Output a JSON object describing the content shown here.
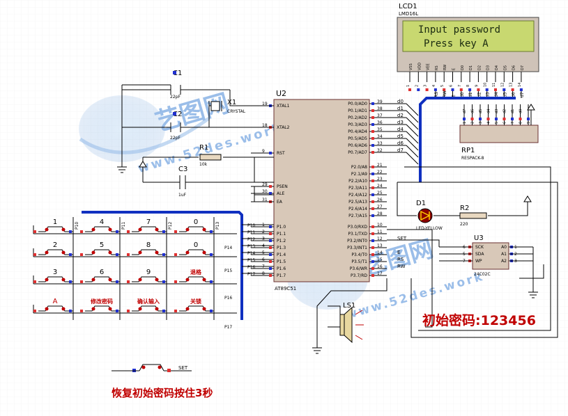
{
  "lcd": {
    "ref": "LCD1",
    "model": "LMD16L",
    "line1": "Input password",
    "line2": "Press key A",
    "pins": [
      "VSS",
      "VDD",
      "VEE",
      "RS",
      "RW",
      "E",
      "D0",
      "D1",
      "D2",
      "D3",
      "D4",
      "D5",
      "D6",
      "D7"
    ],
    "pin_numbers": [
      "1",
      "2",
      "3",
      "4",
      "5",
      "6",
      "7",
      "8",
      "9",
      "10",
      "11",
      "12",
      "13",
      "14"
    ],
    "bus_labels": [
      "RS",
      "RW",
      "E",
      "d0",
      "d1",
      "d2",
      "d3",
      "d4",
      "d5",
      "d6",
      "d7"
    ]
  },
  "mcu": {
    "ref": "U2",
    "name": "AT89C51",
    "left_pins": [
      {
        "num": "19",
        "label": "XTAL1"
      },
      {
        "num": "18",
        "label": "XTAL2"
      },
      {
        "num": "9",
        "label": "RST"
      },
      {
        "num": "29",
        "label": "PSEN"
      },
      {
        "num": "30",
        "label": "ALE"
      },
      {
        "num": "31",
        "label": "EA"
      },
      {
        "num": "1",
        "label": "P1.0"
      },
      {
        "num": "2",
        "label": "P1.1"
      },
      {
        "num": "3",
        "label": "P1.2"
      },
      {
        "num": "4",
        "label": "P1.3"
      },
      {
        "num": "5",
        "label": "P1.4"
      },
      {
        "num": "6",
        "label": "P1.5"
      },
      {
        "num": "7",
        "label": "P1.6"
      },
      {
        "num": "8",
        "label": "P1.7"
      }
    ],
    "right_pins": [
      {
        "num": "39",
        "label": "P0.0/AD0",
        "net": "d0"
      },
      {
        "num": "38",
        "label": "P0.1/AD1",
        "net": "d1"
      },
      {
        "num": "37",
        "label": "P0.2/AD2",
        "net": "d2"
      },
      {
        "num": "36",
        "label": "P0.3/AD3",
        "net": "d3"
      },
      {
        "num": "35",
        "label": "P0.4/AD4",
        "net": "d4"
      },
      {
        "num": "34",
        "label": "P0.5/AD5",
        "net": "d5"
      },
      {
        "num": "33",
        "label": "P0.6/AD6",
        "net": "d6"
      },
      {
        "num": "32",
        "label": "P0.7/AD7",
        "net": "d7"
      },
      {
        "num": "21",
        "label": "P2.0/A8",
        "net": ""
      },
      {
        "num": "22",
        "label": "P2.1/A9",
        "net": ""
      },
      {
        "num": "23",
        "label": "P2.2/A10",
        "net": ""
      },
      {
        "num": "24",
        "label": "P2.3/A11",
        "net": ""
      },
      {
        "num": "25",
        "label": "P2.4/A12",
        "net": ""
      },
      {
        "num": "26",
        "label": "P2.5/A13",
        "net": ""
      },
      {
        "num": "27",
        "label": "P2.6/A14",
        "net": ""
      },
      {
        "num": "28",
        "label": "P2.7/A15",
        "net": ""
      },
      {
        "num": "10",
        "label": "P3.0/RXD",
        "net": ""
      },
      {
        "num": "11",
        "label": "P3.1/TXD",
        "net": ""
      },
      {
        "num": "12",
        "label": "P3.2/INT0",
        "net": "SET"
      },
      {
        "num": "13",
        "label": "P3.3/INT1",
        "net": ""
      },
      {
        "num": "14",
        "label": "P3.4/T0",
        "net": "E"
      },
      {
        "num": "15",
        "label": "P3.5/T1",
        "net": "RS"
      },
      {
        "num": "16",
        "label": "P3.6/WR",
        "net": "RW"
      },
      {
        "num": "17",
        "label": "P3.7/RD",
        "net": ""
      }
    ],
    "p1_nets": [
      "P10",
      "P11",
      "P12",
      "P13",
      "P14",
      "P15",
      "P16",
      "P17"
    ]
  },
  "components": {
    "c1": {
      "ref": "C1",
      "value": "22pF"
    },
    "c2": {
      "ref": "C2",
      "value": "22pF"
    },
    "c3": {
      "ref": "C3",
      "value": "1uF"
    },
    "x1": {
      "ref": "X1",
      "value": "CRYSTAL"
    },
    "r1": {
      "ref": "R1",
      "value": "10k"
    },
    "r2": {
      "ref": "R2",
      "value": "220"
    },
    "d1": {
      "ref": "D1",
      "value": "LED-YELLOW"
    },
    "rp1": {
      "ref": "RP1",
      "value": "RESPACK-8",
      "pins": [
        "1",
        "2",
        "3",
        "4",
        "5",
        "6",
        "7",
        "8",
        "9"
      ]
    },
    "u3": {
      "ref": "U3",
      "value": "24C02C",
      "left": [
        {
          "num": "6",
          "label": "SCK"
        },
        {
          "num": "5",
          "label": "SDA"
        },
        {
          "num": "7",
          "label": "WP"
        }
      ],
      "right": [
        {
          "num": "1",
          "label": "A0"
        },
        {
          "num": "2",
          "label": "A1"
        },
        {
          "num": "3",
          "label": "A2"
        }
      ]
    },
    "ls1": {
      "ref": "LS1"
    }
  },
  "keypad": {
    "col_nets": [
      "P10",
      "P11",
      "P12",
      "P13"
    ],
    "row_nets": [
      "P14",
      "P15",
      "P16",
      "P17"
    ],
    "keys": [
      [
        "1",
        "4",
        "7",
        "0"
      ],
      [
        "2",
        "5",
        "8",
        "0"
      ],
      [
        "3",
        "6",
        "9",
        "退格"
      ],
      [
        "A",
        "修改密码",
        "确认输入",
        "关锁"
      ]
    ]
  },
  "set_button": {
    "label": "SET"
  },
  "notes": {
    "initial_password": "初始密码:123456",
    "reset_hint": "恢复初始密码按住3秒"
  },
  "watermark": {
    "text1": "艺图网",
    "text2": "www.52des.work"
  },
  "colors": {
    "wire": "#000000",
    "bus": "#1030c0",
    "chip": "#d8c8b8",
    "lcd_bg": "#c8d870",
    "lcd_text": "#1a2a10",
    "pin_red": "#e03030",
    "pin_blue": "#2030d0",
    "label_red": "#c00000",
    "resistor": "#e8d8c0"
  }
}
